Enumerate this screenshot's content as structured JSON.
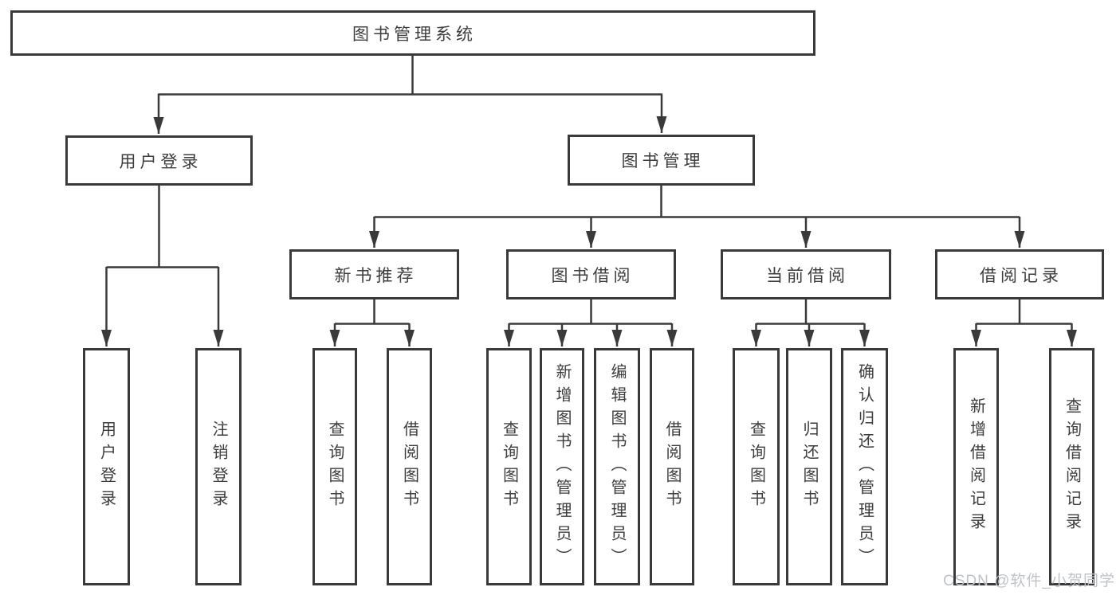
{
  "tree": {
    "label": "图书管理系统",
    "children": [
      {
        "label": "用户登录",
        "children": [
          {
            "label": "用户登录"
          },
          {
            "label": "注销登录"
          }
        ]
      },
      {
        "label": "图书管理",
        "children": [
          {
            "label": "新书推荐",
            "children": [
              {
                "label": "查询图书"
              },
              {
                "label": "借阅图书"
              }
            ]
          },
          {
            "label": "图书借阅",
            "children": [
              {
                "label": "查询图书"
              },
              {
                "label": "新增图书（管理员）"
              },
              {
                "label": "编辑图书（管理员）"
              },
              {
                "label": "借阅图书"
              }
            ]
          },
          {
            "label": "当前借阅",
            "children": [
              {
                "label": "查询图书"
              },
              {
                "label": "归还图书"
              },
              {
                "label": "确认归还（管理员）"
              }
            ]
          },
          {
            "label": "借阅记录",
            "children": [
              {
                "label": "新增借阅记录"
              },
              {
                "label": "查询借阅记录"
              }
            ]
          }
        ]
      }
    ]
  },
  "watermark": {
    "text": "CSDN @软件_小贺同学"
  },
  "colors": {
    "line": "#3a3a3a",
    "box_border": "#3a3a3a",
    "text": "#3d3d3d",
    "watermark_text": "#bfc3c8",
    "background": "#ffffff"
  }
}
